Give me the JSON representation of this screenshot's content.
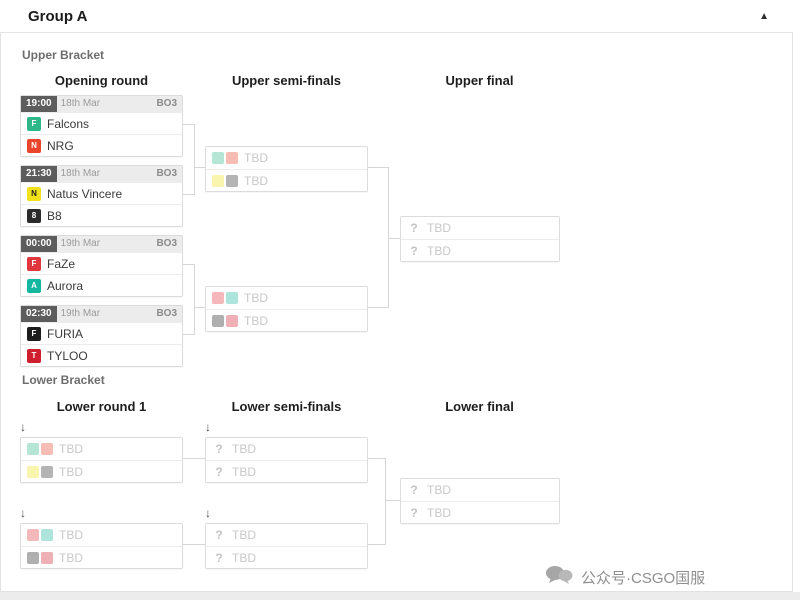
{
  "header": {
    "title": "Group A",
    "collapse_icon": "▲"
  },
  "labels": {
    "tbd": "TBD",
    "question": "?",
    "drop_arrow": "↓"
  },
  "upper": {
    "label": "Upper Bracket",
    "columns": [
      "Opening round",
      "Upper semi-finals",
      "Upper final"
    ],
    "opening": [
      {
        "time": "19:00",
        "date": "18th Mar",
        "format": "BO3",
        "teams": [
          {
            "name": "Falcons",
            "color": "#2eb88a",
            "fg": "#ffffff",
            "initial": "F"
          },
          {
            "name": "NRG",
            "color": "#e8452c",
            "fg": "#ffffff",
            "initial": "N"
          }
        ]
      },
      {
        "time": "21:30",
        "date": "18th Mar",
        "format": "BO3",
        "teams": [
          {
            "name": "Natus Vincere",
            "color": "#f0e11a",
            "fg": "#222222",
            "initial": "N"
          },
          {
            "name": "B8",
            "color": "#2b2b2b",
            "fg": "#ffffff",
            "initial": "8"
          }
        ]
      },
      {
        "time": "00:00",
        "date": "19th Mar",
        "format": "BO3",
        "teams": [
          {
            "name": "FaZe",
            "color": "#e0373f",
            "fg": "#ffffff",
            "initial": "F"
          },
          {
            "name": "Aurora",
            "color": "#16b7a0",
            "fg": "#ffffff",
            "initial": "A"
          }
        ]
      },
      {
        "time": "02:30",
        "date": "19th Mar",
        "format": "BO3",
        "teams": [
          {
            "name": "FURIA",
            "color": "#1c1c1c",
            "fg": "#ffffff",
            "initial": "F"
          },
          {
            "name": "TYLOO",
            "color": "#cf1f2f",
            "fg": "#ffffff",
            "initial": "T"
          }
        ]
      }
    ]
  },
  "lower": {
    "label": "Lower Bracket",
    "columns": [
      "Lower round 1",
      "Lower semi-finals",
      "Lower final"
    ]
  },
  "watermark": {
    "text": "公众号·CSGO国服"
  }
}
